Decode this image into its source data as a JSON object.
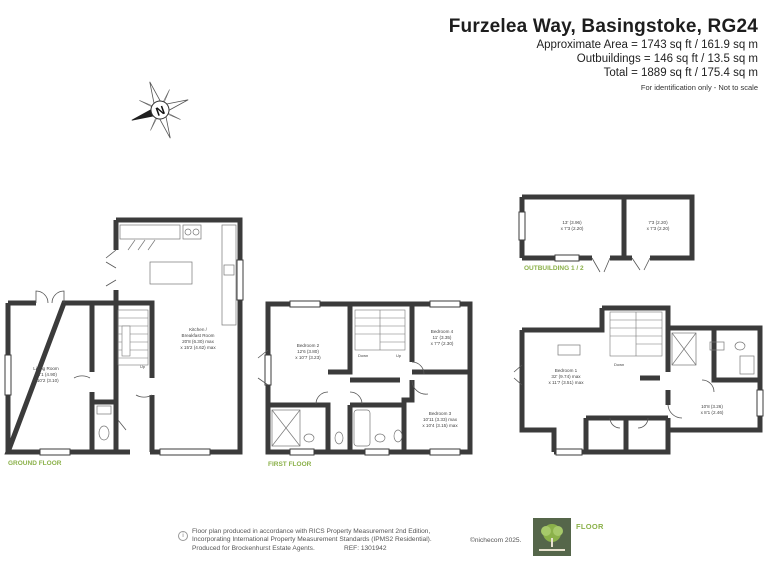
{
  "header": {
    "address": "Furzelea Way, Basingstoke, RG24",
    "area_line": "Approximate Area = 1743 sq ft / 161.9 sq m",
    "outbuildings_line": "Outbuildings = 146 sq ft / 13.5 sq m",
    "total_line": "Total = 1889 sq ft / 175.4 sq m",
    "disclaimer": "For identification only - Not to scale"
  },
  "compass": {
    "letter": "N"
  },
  "floors": {
    "ground": "GROUND FLOOR",
    "first": "FIRST FLOOR",
    "outbuilding": "OUTBUILDING 1 / 2",
    "second": "FLOOR"
  },
  "rooms": {
    "kitchen_name": "Kitchen /",
    "kitchen_name2": "Breakfast Room",
    "kitchen_dim1": "20'8 (6.30) max",
    "kitchen_dim2": "x 15'2 (4.62) max",
    "living_name": "Living Room",
    "living_dim1": "16'1 (4.90)",
    "living_dim2": "x 10'2 (3.10)",
    "bed2_name": "Bedroom 2",
    "bed2_dim1": "12'6 (3.80)",
    "bed2_dim2": "x 10'7 (3.23)",
    "bed4_name": "Bedroom 4",
    "bed4_dim1": "11' (3.35)",
    "bed4_dim2": "x 7'7 (2.30)",
    "bed3_name": "Bedroom 3",
    "bed3_dim1": "10'11 (3.33) max",
    "bed3_dim2": "x 10'4 (3.15) max",
    "bed1_name": "Bedroom 1",
    "bed1_dim1": "32' (9.74) max",
    "bed1_dim2": "x 11'7 (3.51) max",
    "room2_dim1": "10'8 (3.26)",
    "room2_dim2": "x 8'1 (2.46)",
    "out1_dim1": "13' (3.96)",
    "out1_dim2": "x 7'3 (2.20)",
    "out2_dim1": "7'3 (2.20)",
    "out2_dim2": "x 7'3 (2.20)",
    "up1": "Up",
    "down1": "Down",
    "up2": "Up",
    "down2": "Down"
  },
  "footer": {
    "line1": "Floor plan produced in accordance with RICS Property Measurement 2nd Edition,",
    "line2": "Incorporating International Property Measurement Standards (IPMS2 Residential).",
    "line3": "Produced for Brockenhurst Estate Agents.",
    "copyright": "©nichecom 2025.",
    "ref": "REF: 1301942"
  },
  "colors": {
    "wall": "#3b3b3b",
    "label_green": "#8bb14a",
    "fixture": "#777777"
  }
}
